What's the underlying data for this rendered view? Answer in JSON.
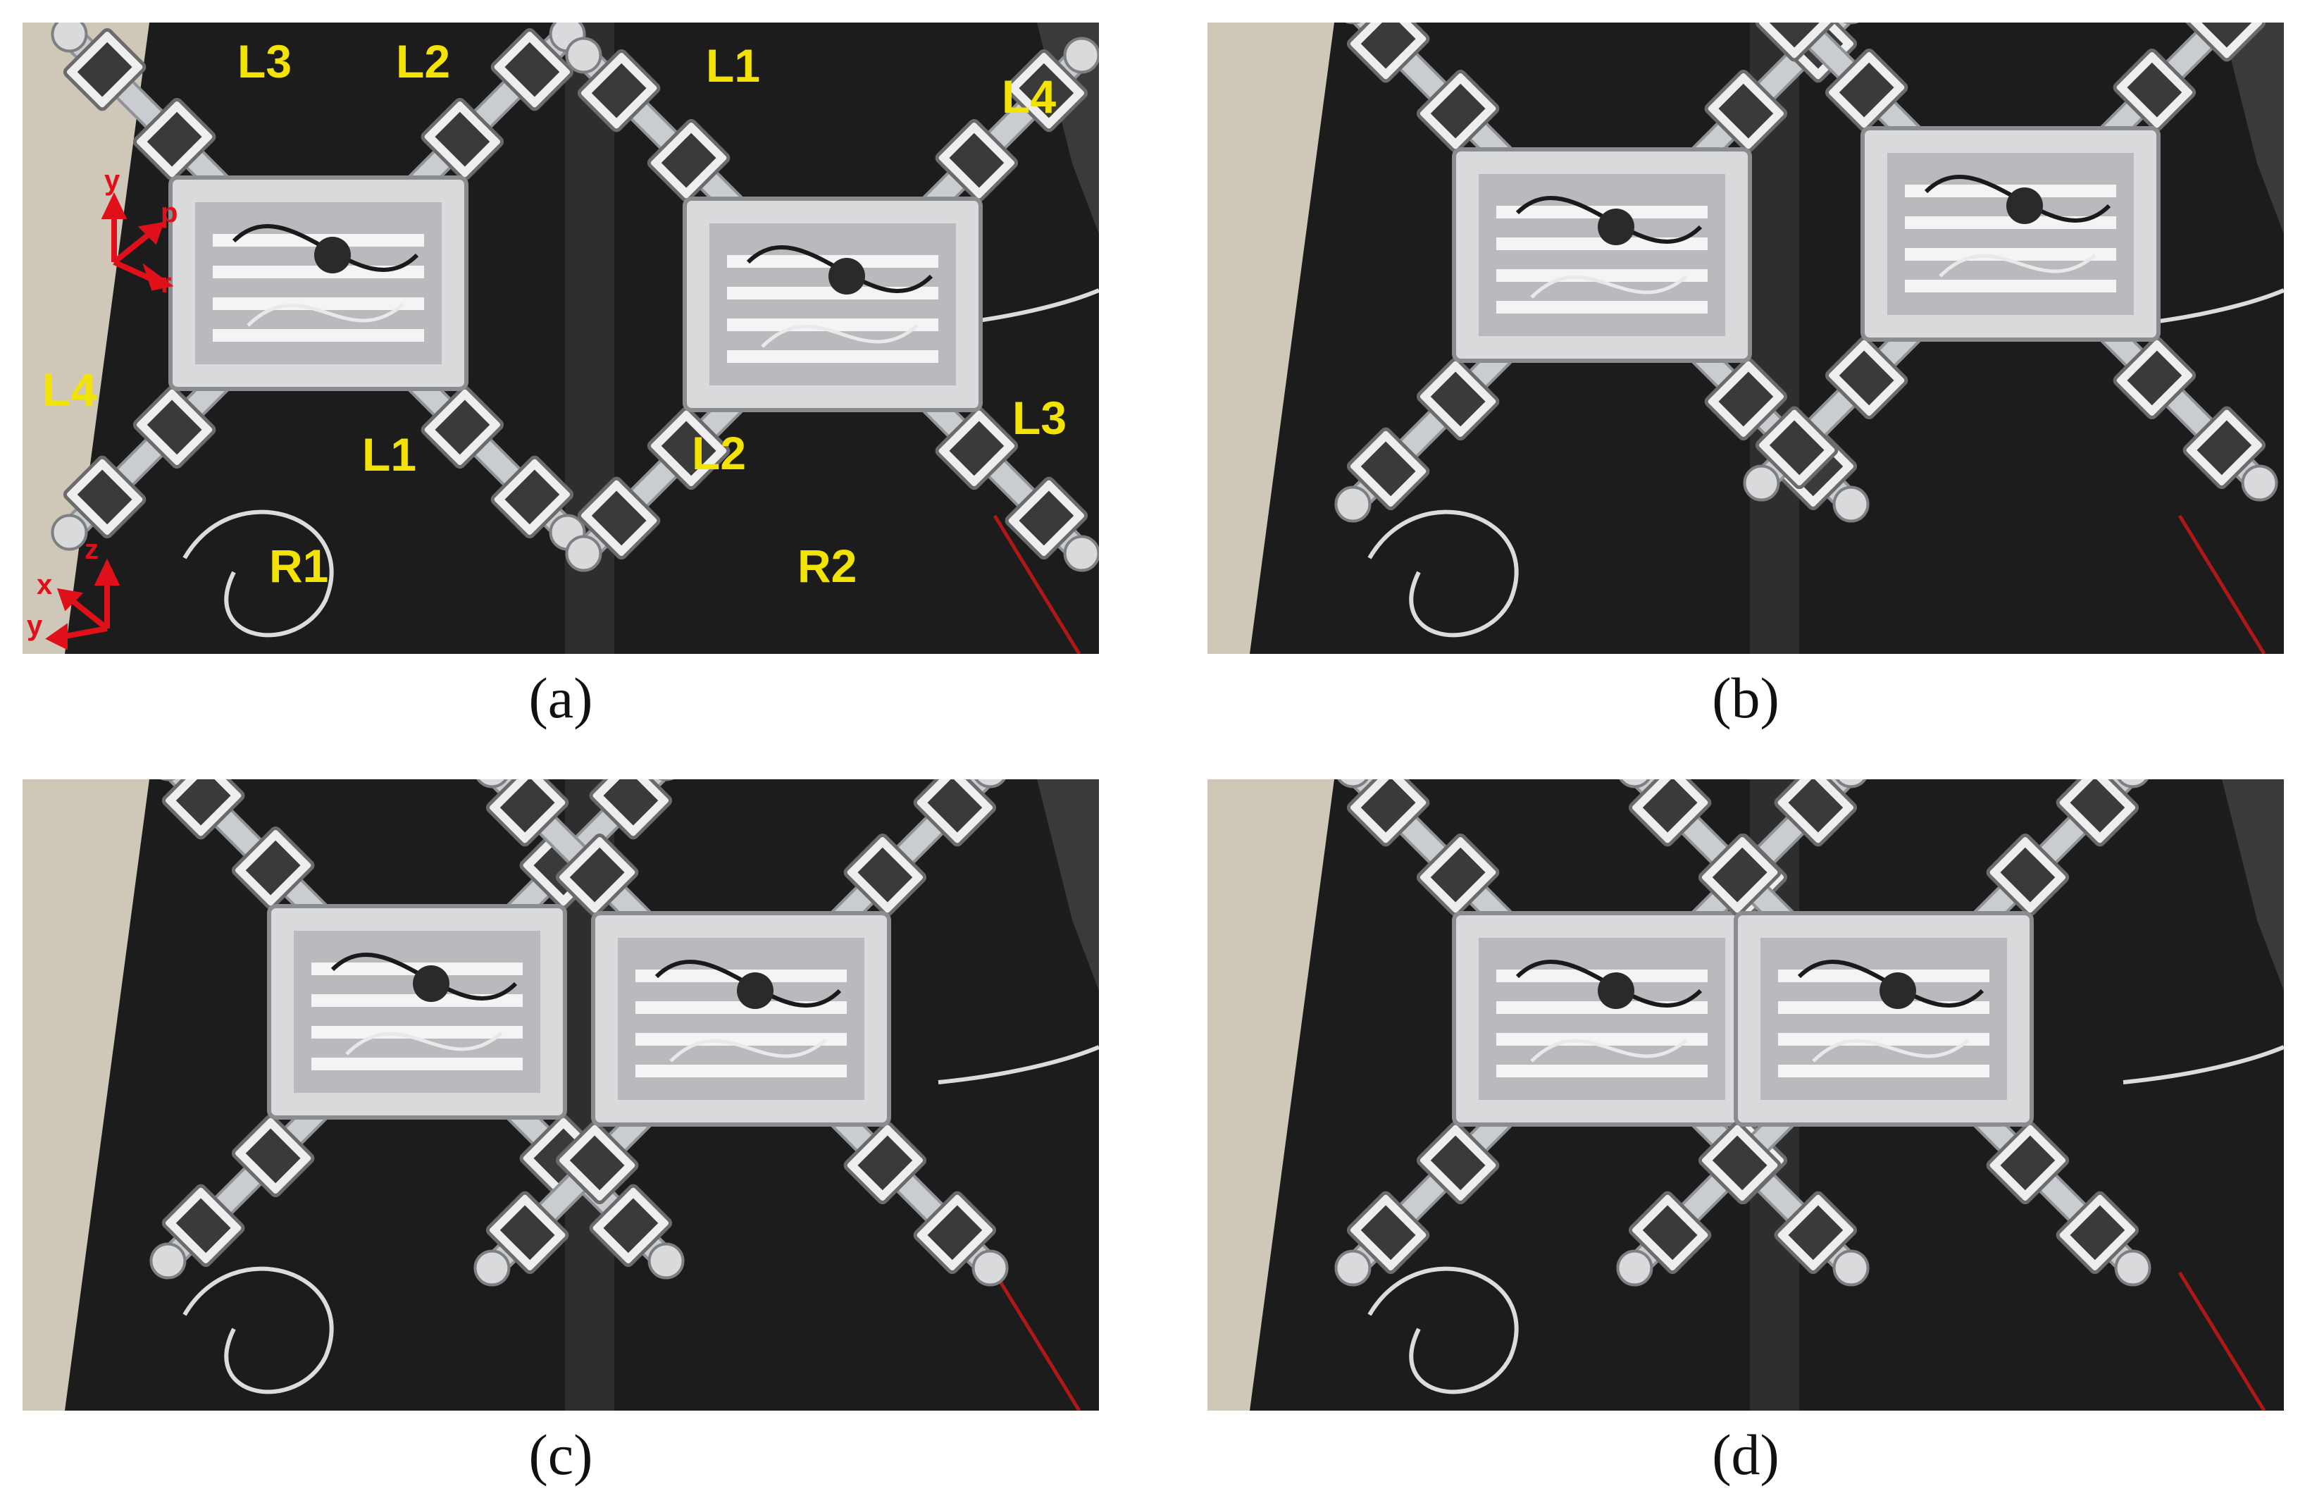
{
  "panels": [
    {
      "id": "a",
      "caption": "(a)",
      "robot_labels": [
        "R1",
        "R2"
      ],
      "r1_leg_labels": [
        "L3",
        "L2",
        "L4",
        "L1"
      ],
      "r2_leg_labels": [
        "L1",
        "L4",
        "L2",
        "L3"
      ],
      "body_axes": [
        "y",
        "p",
        "r"
      ],
      "world_axes": [
        "x",
        "z",
        "y"
      ]
    },
    {
      "id": "b",
      "caption": "(b)"
    },
    {
      "id": "c",
      "caption": "(c)"
    },
    {
      "id": "d",
      "caption": "(d)"
    }
  ],
  "colors": {
    "label_yellow": "#f2e300",
    "axis_red": "#e0101a",
    "mat": "#1c1c1c",
    "floor_left": "#cfc8b8"
  }
}
